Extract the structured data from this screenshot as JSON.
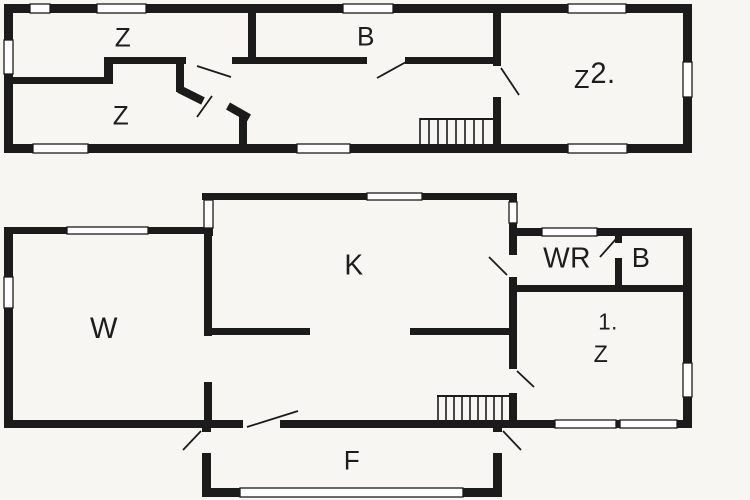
{
  "colors": {
    "wall": "#1b1b1b",
    "background": "#f7f6f3",
    "window_fill": "#ffffff",
    "label_text": "#1d1d1d"
  },
  "upper_floor": {
    "rooms": {
      "bedroom_top_left": {
        "label": "Z"
      },
      "bathroom": {
        "label": "B"
      },
      "bedroom_bottom_left": {
        "label": "Z"
      },
      "bedroom_right": {
        "number": "2.",
        "label": "Z"
      }
    }
  },
  "lower_floor": {
    "rooms": {
      "living_room": {
        "label": "W"
      },
      "kitchen": {
        "label": "K"
      },
      "utility_room": {
        "label": "WR"
      },
      "bathroom": {
        "label": "B"
      },
      "bedroom": {
        "number": "1.",
        "label": "Z"
      },
      "hallway": {
        "label": "F"
      }
    }
  }
}
